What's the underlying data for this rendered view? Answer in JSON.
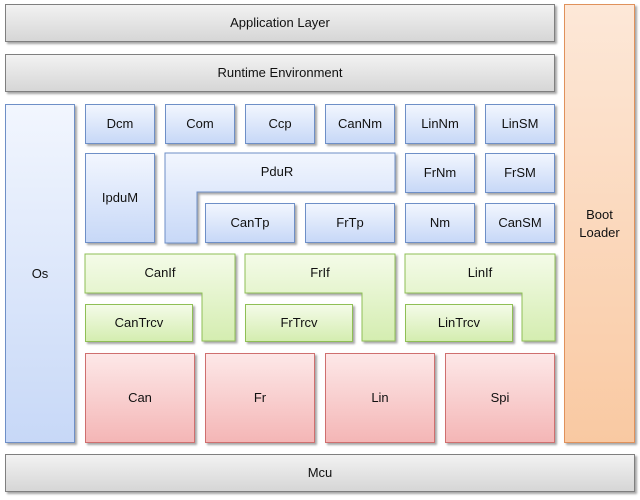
{
  "layers": {
    "application": "Application Layer",
    "runtime": "Runtime Environment",
    "mcu": "Mcu",
    "os": "Os",
    "boot_loader": "Boot\nLoader"
  },
  "services": {
    "dcm": "Dcm",
    "com": "Com",
    "ccp": "Ccp",
    "cannm": "CanNm",
    "linnm": "LinNm",
    "linsm": "LinSM",
    "ipdum": "IpduM",
    "pdur": "PduR",
    "frnm": "FrNm",
    "frsm": "FrSM",
    "cantp": "CanTp",
    "frtp": "FrTp",
    "nm": "Nm",
    "cansm": "CanSM"
  },
  "interfaces": {
    "canif": "CanIf",
    "frif": "FrIf",
    "linif": "LinIf",
    "cantrcv": "CanTrcv",
    "frtrcv": "FrTrcv",
    "lintrcv": "LinTrcv"
  },
  "drivers": {
    "can": "Can",
    "fr": "Fr",
    "lin": "Lin",
    "spi": "Spi"
  }
}
